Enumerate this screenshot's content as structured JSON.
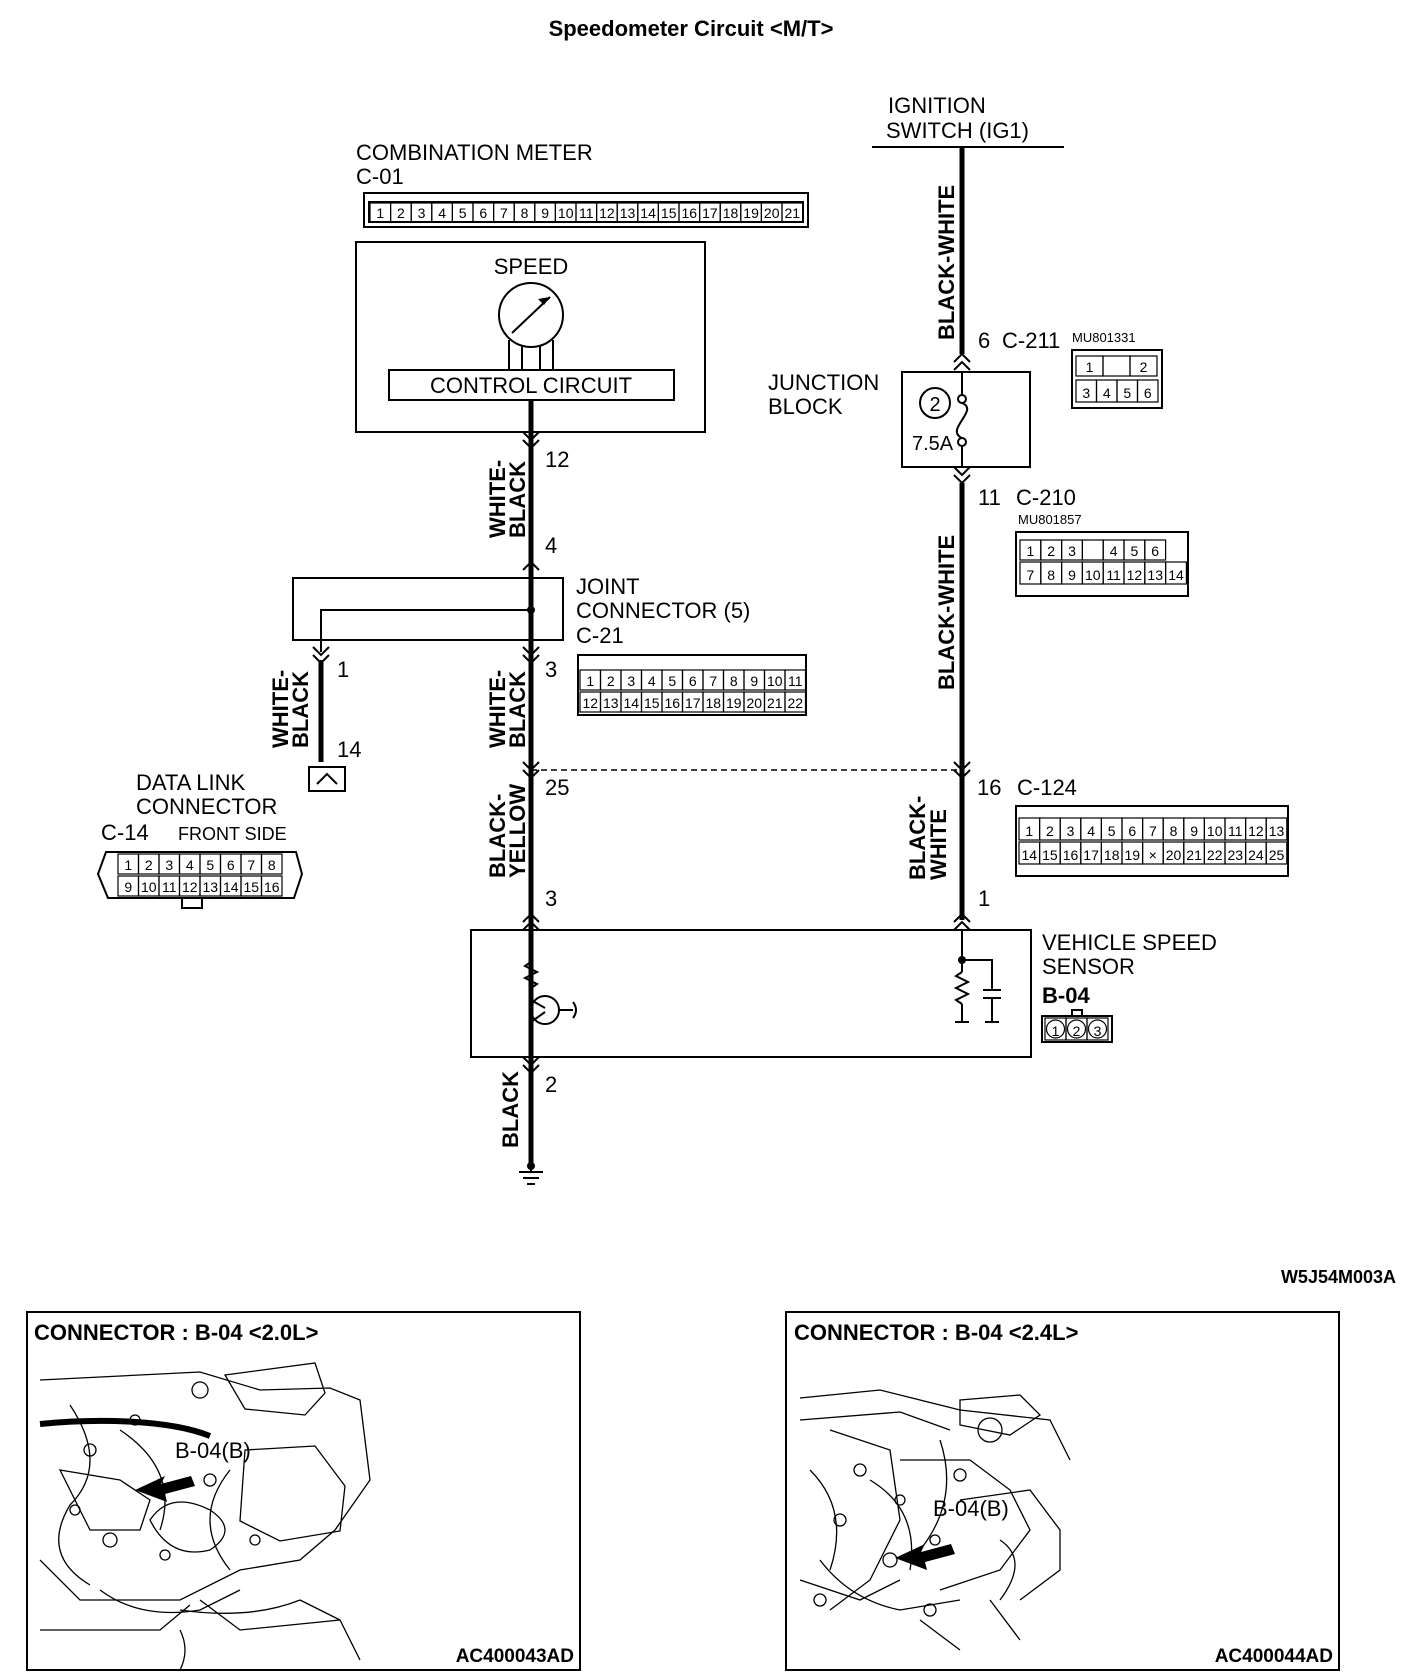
{
  "title": "Speedometer Circuit <M/T>",
  "figure_code": "W5J54M003A",
  "combination_meter": {
    "label": "COMBINATION METER",
    "connector": "C-01",
    "pins": [
      "1",
      "2",
      "3",
      "4",
      "5",
      "6",
      "7",
      "8",
      "9",
      "10",
      "11",
      "12",
      "13",
      "14",
      "15",
      "16",
      "17",
      "18",
      "19",
      "20",
      "21"
    ],
    "gauge_label": "SPEED",
    "circuit_label": "CONTROL CIRCUIT"
  },
  "ignition": {
    "line1": "IGNITION",
    "line2": "SWITCH (IG1)"
  },
  "junction_block": {
    "line1": "JUNCTION",
    "line2": "BLOCK",
    "fuse_number": "2",
    "fuse_rating": "7.5A",
    "in_pin": "6",
    "in_connector": "C-211",
    "in_part": "MU801331",
    "in_pins_row1": [
      "1",
      "",
      "2"
    ],
    "in_pins_row2": [
      "3",
      "4",
      "5",
      "6"
    ],
    "out_pin": "11",
    "out_connector": "C-210",
    "out_part": "MU801857",
    "out_pins_row1": [
      "1",
      "2",
      "3",
      "",
      "4",
      "5",
      "6"
    ],
    "out_pins_row2": [
      "7",
      "8",
      "9",
      "10",
      "11",
      "12",
      "13",
      "14"
    ]
  },
  "joint_connector": {
    "line1": "JOINT",
    "line2": "CONNECTOR (5)",
    "connector": "C-21",
    "pins_row1": [
      "1",
      "2",
      "3",
      "4",
      "5",
      "6",
      "7",
      "8",
      "9",
      "10",
      "11"
    ],
    "pins_row2": [
      "12",
      "13",
      "14",
      "15",
      "16",
      "17",
      "18",
      "19",
      "20",
      "21",
      "22"
    ],
    "pin_in": "4",
    "pin_out_main": "3",
    "pin_out_dlc": "1"
  },
  "data_link": {
    "line1": "DATA LINK",
    "line2": "CONNECTOR",
    "connector": "C-14",
    "side": "FRONT SIDE",
    "pin": "14",
    "pins_row1": [
      "1",
      "2",
      "3",
      "4",
      "5",
      "6",
      "7",
      "8"
    ],
    "pins_row2": [
      "9",
      "10",
      "11",
      "12",
      "13",
      "14",
      "15",
      "16"
    ]
  },
  "c124": {
    "connector": "C-124",
    "pin_left": "25",
    "pin_right": "16",
    "pins_row1": [
      "1",
      "2",
      "3",
      "4",
      "5",
      "6",
      "7",
      "8",
      "9",
      "10",
      "11",
      "12",
      "13"
    ],
    "pins_row2": [
      "14",
      "15",
      "16",
      "17",
      "18",
      "19",
      "×",
      "20",
      "21",
      "22",
      "23",
      "24",
      "25"
    ]
  },
  "vss": {
    "line1": "VEHICLE SPEED",
    "line2": "SENSOR",
    "connector": "B-04",
    "pins": [
      "1",
      "2",
      "3"
    ],
    "pin_signal": "3",
    "pin_power": "1",
    "pin_ground": "2"
  },
  "pins": {
    "meter_out": "12"
  },
  "wires": {
    "w1": "WHITE-",
    "w1b": "BLACK",
    "bw": "BLACK-WHITE",
    "by1": "BLACK-",
    "by2": "YELLOW",
    "bkw1": "BLACK-",
    "bkw2": "WHITE",
    "black": "BLACK"
  },
  "panels": [
    {
      "title": "CONNECTOR : B-04 <2.0L>",
      "callout": "B-04(B)",
      "code": "AC400043AD"
    },
    {
      "title": "CONNECTOR : B-04 <2.4L>",
      "callout": "B-04(B)",
      "code": "AC400044AD"
    }
  ]
}
